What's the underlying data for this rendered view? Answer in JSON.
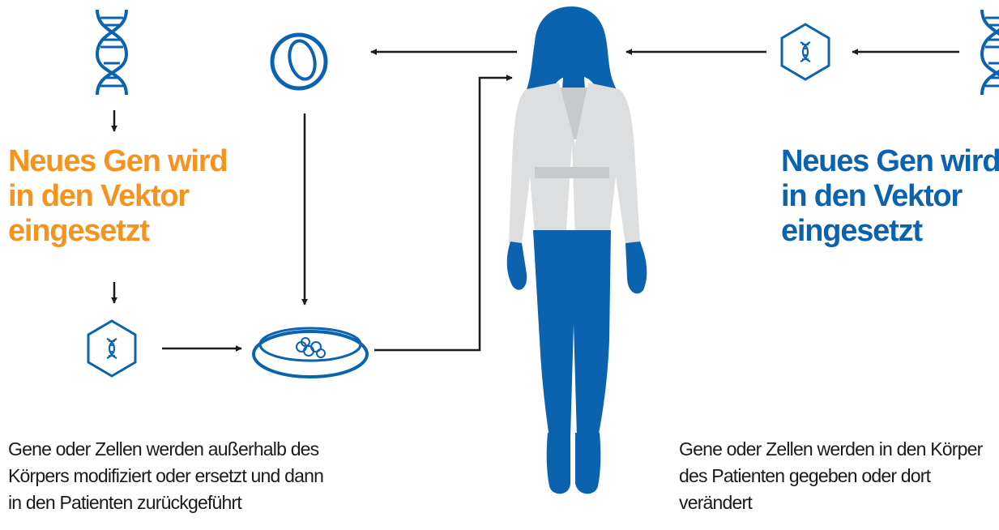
{
  "colors": {
    "accent_orange": "#f5931e",
    "accent_blue": "#0b63b0",
    "arrow": "#1a1a1a",
    "jacket_gray": "#dcdedf",
    "text": "#1a1a1a"
  },
  "icons": {
    "left_dna": "dna-icon",
    "cell": "cell-icon",
    "petri_dish": "petri-dish-icon",
    "left_vector": "vector-hexagon-icon",
    "person": "patient-silhouette-icon",
    "right_vector": "vector-hexagon-icon",
    "right_dna": "dna-icon"
  },
  "left_panel": {
    "headline": {
      "line1": "Neues Gen wird",
      "line2": "in den Vektor",
      "line3": "eingesetzt"
    },
    "description": {
      "line1": "Gene oder Zellen werden außerhalb des",
      "line2": "Körpers modifiziert oder ersetzt und dann",
      "line3": "in den Patienten zurückgeführt"
    }
  },
  "right_panel": {
    "headline": {
      "line1": "Neues Gen wird",
      "line2": "in den Vektor",
      "line3": "eingesetzt"
    },
    "description": {
      "line1": "Gene oder Zellen werden in den Körper",
      "line2": "des Patienten gegeben oder dort",
      "line3": "verändert"
    }
  }
}
